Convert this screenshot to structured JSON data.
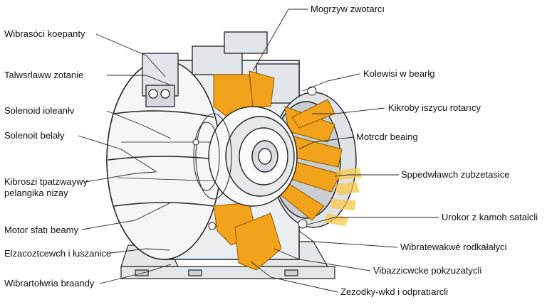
{
  "diagram": {
    "accent_color": "#f3a21b",
    "line_color": "#222222",
    "body_color": "#e9ecef",
    "left_labels": [
      {
        "id": "l1",
        "text": "Wibrasóci koepanty"
      },
      {
        "id": "l2",
        "text": "Talwsrlaww zotanie"
      },
      {
        "id": "l3",
        "text": "Solenoid ioleanłv"
      },
      {
        "id": "l4",
        "text": "Solenoit belały"
      },
      {
        "id": "l5a",
        "text": "Kibroszi tpatzwaywy"
      },
      {
        "id": "l5b",
        "text": "pelangika nizay"
      },
      {
        "id": "l6",
        "text": "Motor sfatı beamy"
      },
      {
        "id": "l7",
        "text": "Elzacoztcewch i łuszanice"
      },
      {
        "id": "l8",
        "text": "Wibrartołwria braandy"
      }
    ],
    "right_labels": [
      {
        "id": "r1",
        "text": "Mogrzyw zwotarcı"
      },
      {
        "id": "r2",
        "text": "Kolewisi w bearłg"
      },
      {
        "id": "r3",
        "text": "Kikroby iszycu rotarıcy"
      },
      {
        "id": "r4",
        "text": "Motrcdr beaing"
      },
      {
        "id": "r5",
        "text": "Sppedwławch zubzetasice"
      },
      {
        "id": "r6",
        "text": "Urokor z kamoh satalcli"
      },
      {
        "id": "r7",
        "text": "Wibratewakwé rodkałałyci"
      },
      {
        "id": "r8",
        "text": "Vibazzicwcke pokzuzatycli"
      },
      {
        "id": "r9",
        "text": "Zezodky-wkd i odpratıarcli"
      }
    ]
  }
}
